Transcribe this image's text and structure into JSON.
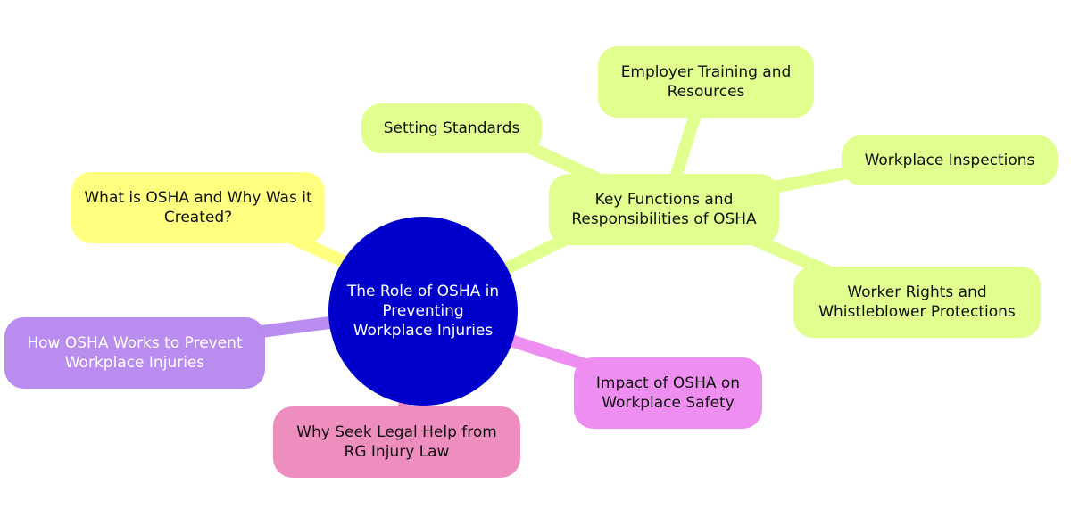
{
  "root": {
    "label": "The Role of OSHA in Preventing Workplace Injuries"
  },
  "branches": {
    "what_is_osha": "What is OSHA and Why Was it Created?",
    "key_functions": "Key Functions and Responsibilities of OSHA",
    "how_osha_works": "How OSHA Works to Prevent Workplace Injuries",
    "impact": "Impact of OSHA on Workplace Safety",
    "legal_help": "Why Seek Legal Help from RG Injury Law"
  },
  "key_functions_children": {
    "setting_standards": "Setting Standards",
    "employer_training": "Employer Training and Resources",
    "workplace_inspections": "Workplace Inspections",
    "worker_rights": "Worker Rights and Whistleblower Protections"
  },
  "colors": {
    "root": "#0000cc",
    "yellow": "#ffff80",
    "green": "#e1ff8e",
    "purple": "#b98cf0",
    "pink": "#ee8ebf",
    "violet": "#ee8ef0"
  }
}
